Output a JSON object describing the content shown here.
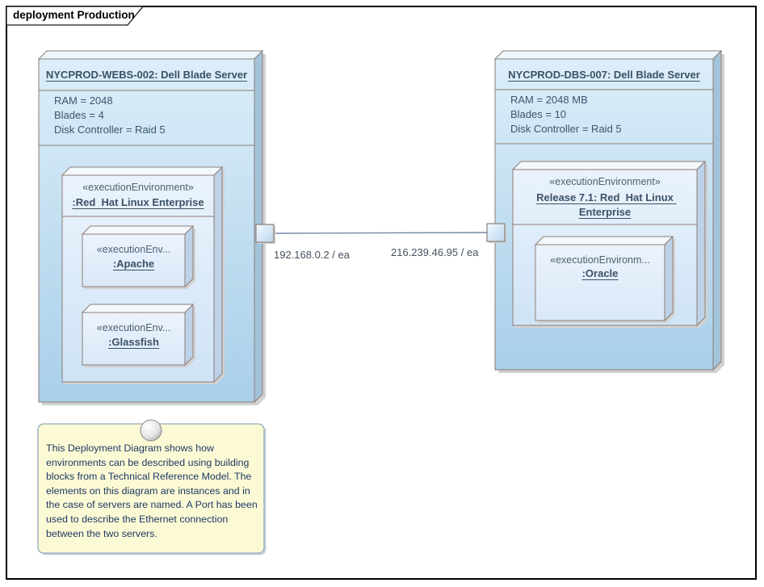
{
  "frame": {
    "label": "deployment Production"
  },
  "nodes": {
    "left": {
      "title": "NYCPROD-WEBS-002: Dell Blade Server",
      "properties": [
        "RAM = 2048",
        "Blades = 4",
        "Disk Controller = Raid 5"
      ],
      "env": {
        "stereotype": "«executionEnvironment»",
        "name": ":Red  Hat Linux Enterprise",
        "children": [
          {
            "stereotype": "«executionEnv...",
            "name": ":Apache"
          },
          {
            "stereotype": "«executionEnv...",
            "name": ":Glassfish"
          }
        ]
      },
      "port_label": "192.168.0.2 / ea"
    },
    "right": {
      "title": "NYCPROD-DBS-007: Dell Blade Server",
      "properties": [
        "RAM = 2048 MB",
        "Blades = 10",
        "Disk Controller = Raid 5"
      ],
      "env": {
        "stereotype": "«executionEnvironment»",
        "name": "Release 7.1: Red  Hat Linux Enterprise",
        "children": [
          {
            "stereotype": "«executionEnvironm...",
            "name": ":Oracle"
          }
        ]
      },
      "port_label": "216.239.46.95 / ea"
    }
  },
  "note": {
    "text": "This Deployment Diagram shows how environments can be described using building blocks from a Technical Reference Model. The elements on this diagram are instances and in the case of servers are named. A Port has been used to describe the Ethernet connection between the two servers."
  },
  "colors": {
    "title_text": "#3d5166",
    "body_text": "#3c5670",
    "stereo_text": "#4e6071",
    "label_text": "#45505e",
    "note_text": "#1f3864",
    "node_border": "#8d7d76",
    "connector": "#7486a8",
    "shadow": "#d2d2d2",
    "node_side": "#a2c3da",
    "node_top": "#edf6fc",
    "env_side": "#bdd2e8",
    "env_top": "#f3f8fd",
    "note_bg": "#fbfad5",
    "note_border": "#8fa7bb"
  }
}
